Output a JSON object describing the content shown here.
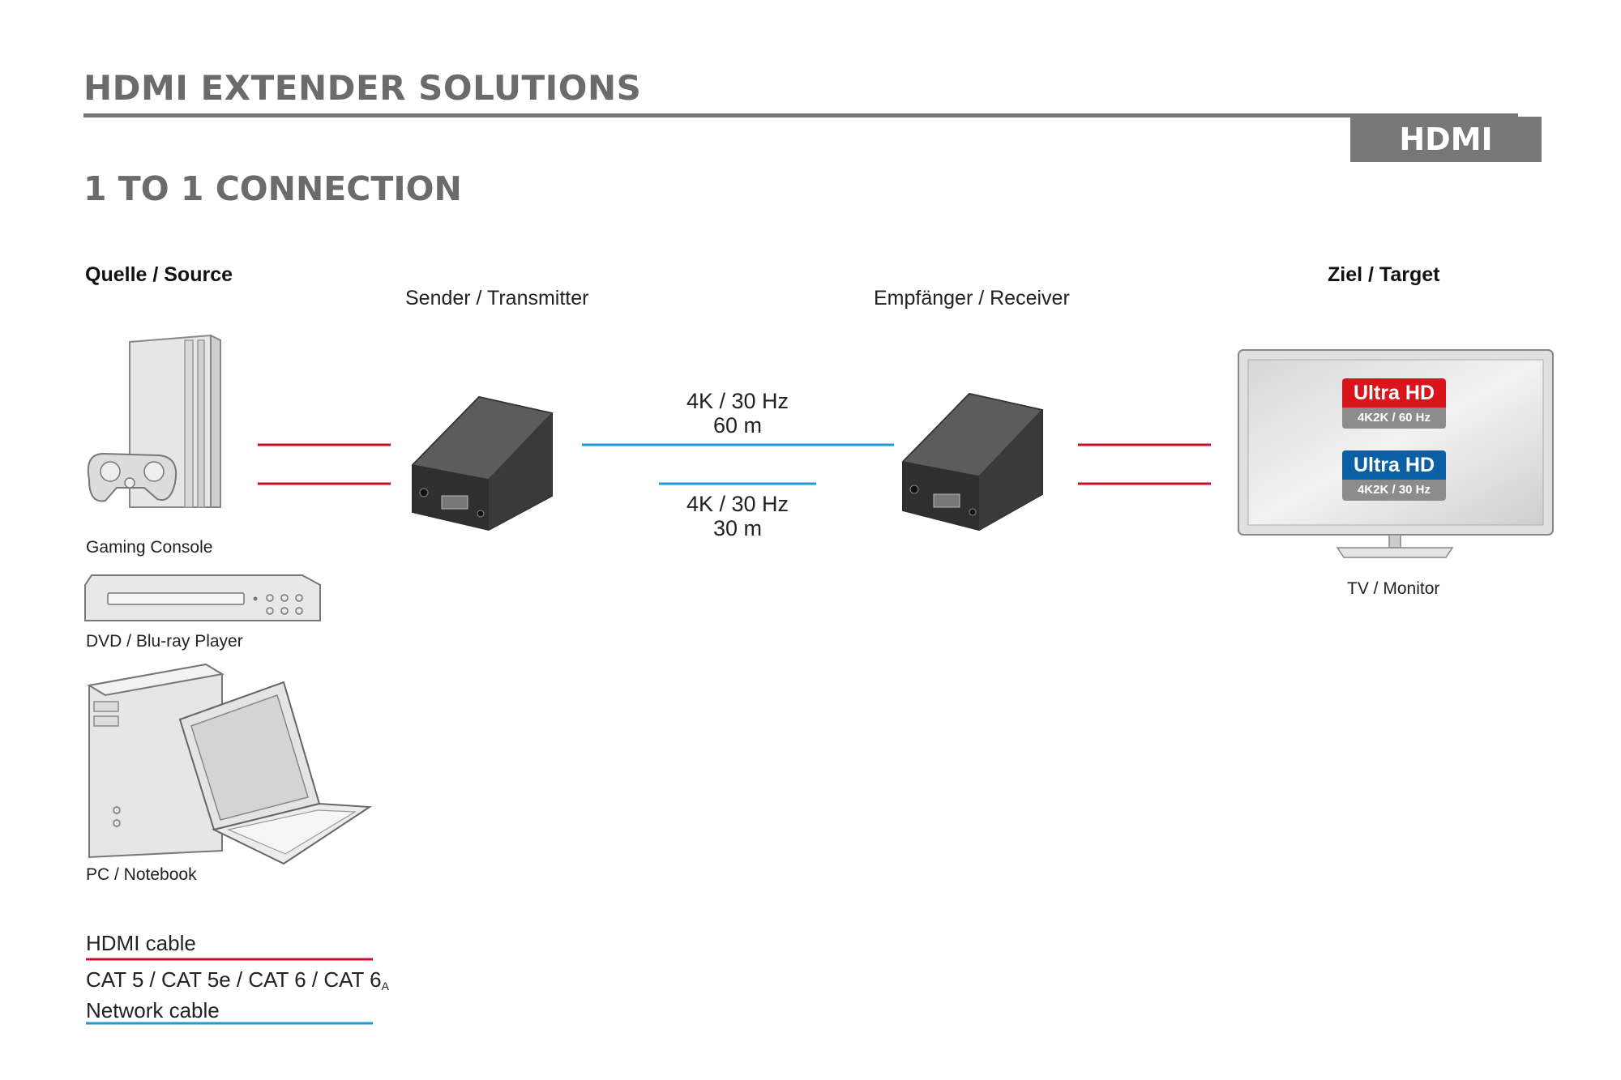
{
  "header": {
    "title": "HDMI EXTENDER SOLUTIONS",
    "tab_label": "HDMI",
    "subtitle": "1 TO 1 CONNECTION"
  },
  "columns": {
    "source": "Quelle / Source",
    "transmitter": "Sender / Transmitter",
    "receiver": "Empfänger / Receiver",
    "target": "Ziel / Target"
  },
  "sources": [
    {
      "label": "Gaming Console"
    },
    {
      "label": "DVD / Blu-ray Player"
    },
    {
      "label": "PC / Notebook"
    }
  ],
  "links": {
    "long": {
      "line1": "4K / 30 Hz",
      "line2": "60 m"
    },
    "short": {
      "line1": "4K / 30 Hz",
      "line2": "30 m"
    }
  },
  "target": {
    "label": "TV / Monitor",
    "badges": [
      {
        "title": "Ultra HD",
        "sub": "4K2K / 60 Hz",
        "color": "#d9141b"
      },
      {
        "title": "Ultra HD",
        "sub": "4K2K / 30 Hz",
        "color": "#0b5fa5"
      }
    ]
  },
  "legend": {
    "hdmi": "HDMI cable",
    "network_line1": "CAT 5 / CAT 5e / CAT 6 / CAT 6",
    "network_sub": "A",
    "network_line2": "Network cable"
  },
  "colors": {
    "hdmi_line": "#c8102e",
    "network_line": "#1b9ad6",
    "heading_gray": "#6b6b6b"
  }
}
